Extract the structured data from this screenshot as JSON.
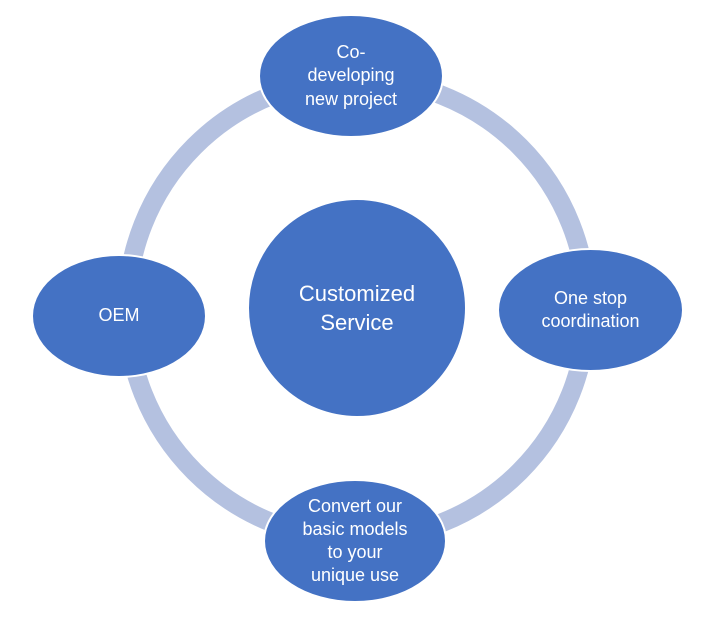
{
  "diagram": {
    "center": {
      "line1": "Customized",
      "line2": "Service"
    },
    "top": {
      "line1": "Co-",
      "line2": "developing",
      "line3": "new project"
    },
    "right": {
      "line1": "One stop",
      "line2": "coordination"
    },
    "bottom": {
      "line1": "Convert our",
      "line2": "basic models",
      "line3": "to your",
      "line4": "unique use"
    },
    "left": {
      "line1": "OEM"
    },
    "colors": {
      "node_fill": "#4472c4",
      "ring": "#b4c1e0",
      "text": "#ffffff",
      "background": "#ffffff"
    }
  }
}
